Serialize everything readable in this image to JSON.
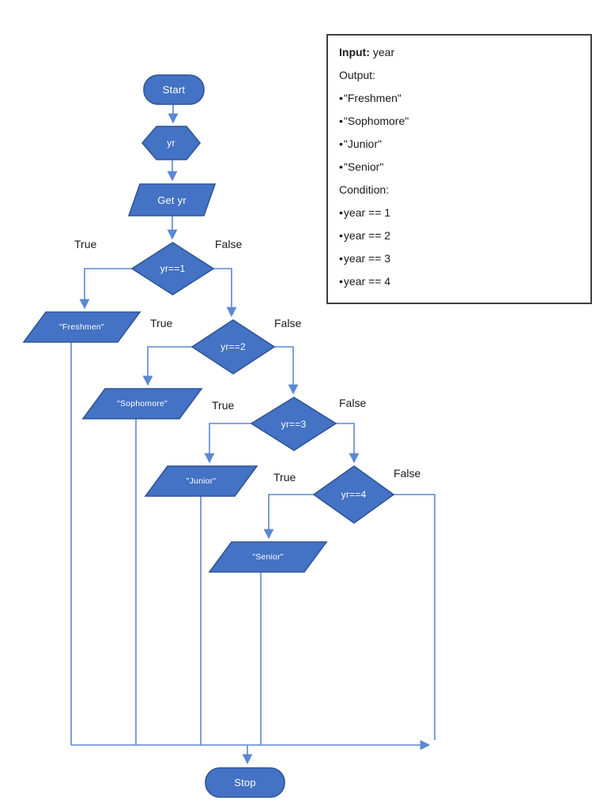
{
  "colors": {
    "shape_fill": "#4472C4",
    "shape_border": "#2F5597",
    "connector": "#5B87D5",
    "shape_text": "#FFFFFF",
    "label_text": "#1A1A1A",
    "info_border": "#404040"
  },
  "flowchart": {
    "terminator_start": "Start",
    "var_shape": "yr",
    "process_get": "Get yr",
    "decisions": [
      "yr==1",
      "yr==2",
      "yr==3",
      "yr==4"
    ],
    "outputs": [
      "\"Freshmen\"",
      "\"Sophomore\"",
      "\"Junior\"",
      "\"Senior\""
    ],
    "terminator_stop": "Stop",
    "true_label": "True",
    "false_label": "False"
  },
  "info_box": {
    "bullet": "•",
    "input_label": "Input:",
    "input_value": "year",
    "output_label": "Output:",
    "output_items": [
      "\"Freshmen\"",
      "\"Sophomore\"",
      "\"Junior\"",
      "\"Senior\""
    ],
    "condition_label": "Condition:",
    "condition_items": [
      "year == 1",
      "year == 2",
      "year == 3",
      "year == 4"
    ]
  }
}
